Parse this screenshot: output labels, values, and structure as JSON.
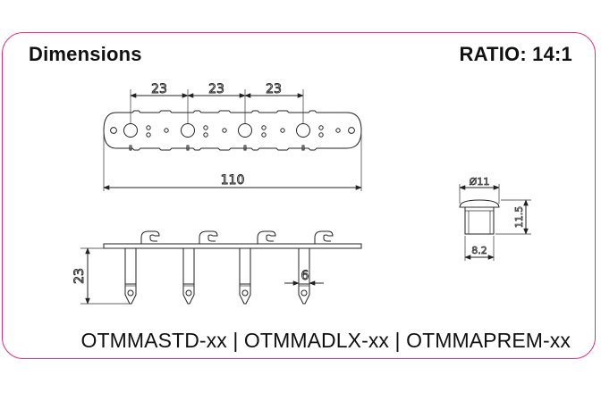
{
  "header": {
    "title": "Dimensions",
    "ratio": "RATIO: 14:1"
  },
  "top_view": {
    "spacing_labels": [
      "23",
      "23",
      "23"
    ],
    "total_length_label": "110"
  },
  "side_view": {
    "height_label": "23",
    "width_label": "6"
  },
  "detail_view": {
    "diameter_label": "Ø11",
    "height_label": "11.5",
    "width_label": "8.2"
  },
  "footer": {
    "models": "OTMMASTD-xx | OTMMADLX-xx | OTMMAPREM-xx"
  },
  "colors": {
    "frame_border": "#d92f8a",
    "line": "#222222"
  }
}
